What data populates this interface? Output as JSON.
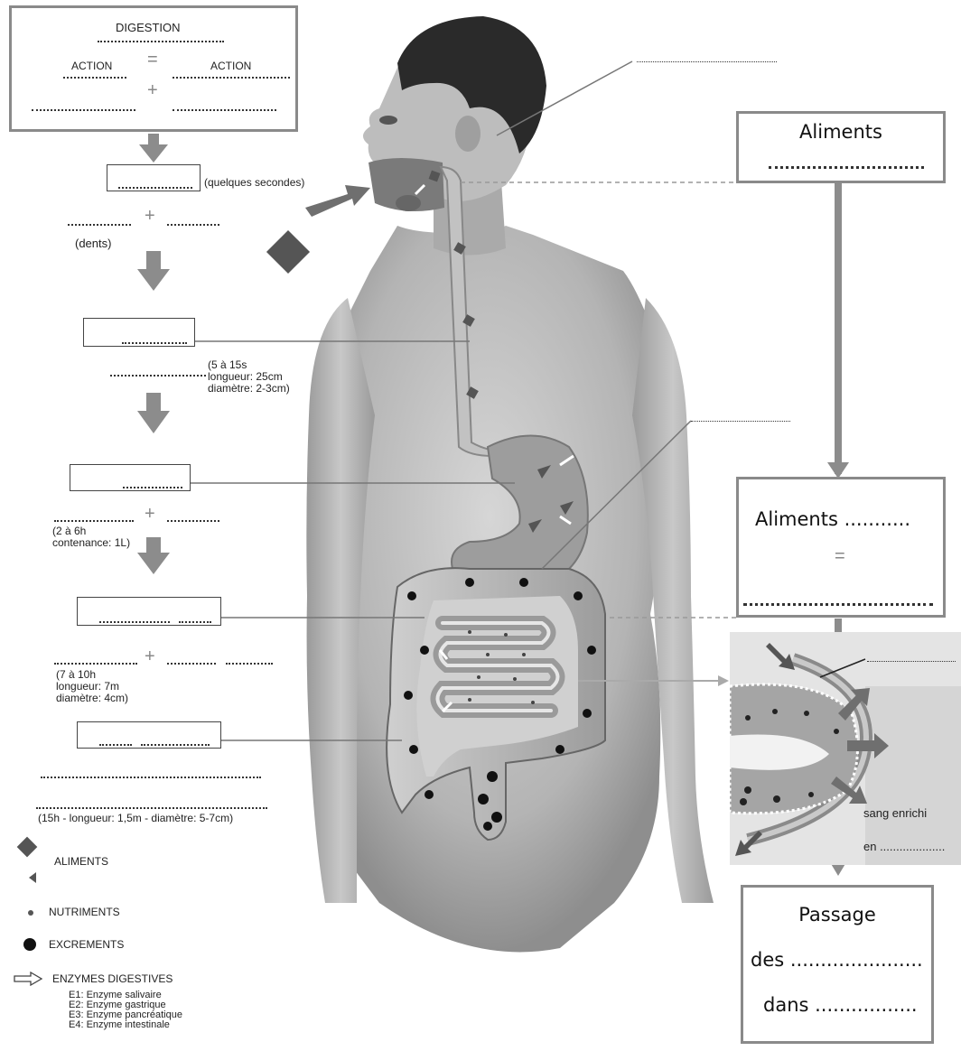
{
  "summary": {
    "title": "DIGESTION",
    "action_left": "ACTION",
    "equals": "=",
    "action_right": "ACTION",
    "plus": "+"
  },
  "left_column": {
    "mouth_time": "(quelques secondes)",
    "teeth": "(dents)",
    "plus": "+",
    "esophagus_info": [
      "(5 à 15s",
      "longueur: 25cm",
      "diamètre: 2-3cm)"
    ],
    "stomach_info": [
      "(2 à 6h",
      "contenance: 1L)"
    ],
    "small_intestine_info": [
      "(7 à 10h",
      "longueur: 7m",
      "diamètre: 4cm)"
    ],
    "large_intestine_info": "(15h - longueur: 1,5m - diamètre: 5-7cm)"
  },
  "legend": {
    "aliments": "ALIMENTS",
    "nutriments": "NUTRIMENTS",
    "excrements": "EXCREMENTS",
    "enzymes": "ENZYMES DIGESTIVES",
    "enzyme_list": [
      "E1: Enzyme salivaire",
      "E2: Enzyme gastrique",
      "E3: Enzyme pancréatique",
      "E4: Enzyme intestinale"
    ]
  },
  "right_column": {
    "box1_title": "Aliments",
    "box2_title": "Aliments ...........",
    "box2_equals": "=",
    "villus_label_1": "sang enrichi",
    "villus_label_2": "en ....................",
    "box3_line1": "Passage",
    "box3_line2": "des ......................",
    "box3_line3": "dans ................."
  },
  "colors": {
    "box_border": "#8a8a8a",
    "arrow_gray": "#8c8c8c",
    "food_piece": "#555555",
    "skin": "#b9b9b9",
    "hair": "#2a2a2a"
  }
}
